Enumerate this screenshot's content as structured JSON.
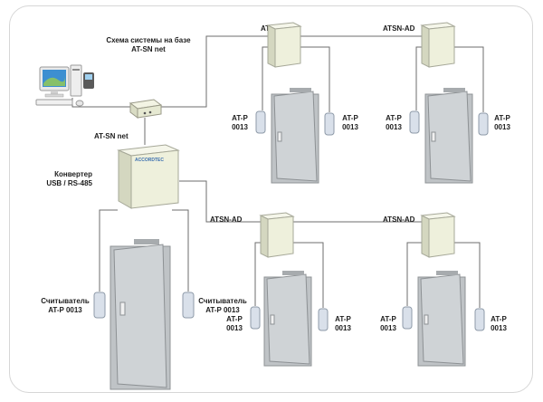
{
  "title": {
    "line1": "Схема системы на базе",
    "line2": "AT-SN net"
  },
  "hub": {
    "label": "AT-SN net"
  },
  "converter": {
    "line1": "Конвертер",
    "line2": "USB / RS-485"
  },
  "brand": "ACCORDTEC",
  "main_door": {
    "reader_left": {
      "line1": "Считыватель",
      "line2": "AT-P 0013"
    },
    "reader_right": {
      "line1": "Считыватель",
      "line2": "AT-P 0013"
    }
  },
  "nodes": [
    {
      "controller": "ATSN-AD",
      "reader_left": {
        "line1": "AT-P",
        "line2": "0013"
      },
      "reader_right": {
        "line1": "AT-P",
        "line2": "0013"
      }
    },
    {
      "controller": "ATSN-AD",
      "reader_left": {
        "line1": "AT-P",
        "line2": "0013"
      },
      "reader_right": {
        "line1": "AT-P",
        "line2": "0013"
      }
    },
    {
      "controller": "ATSN-AD",
      "reader_left": {
        "line1": "AT-P",
        "line2": "0013"
      },
      "reader_right": {
        "line1": "AT-P",
        "line2": "0013"
      }
    },
    {
      "controller": "ATSN-AD",
      "reader_left": {
        "line1": "AT-P",
        "line2": "0013"
      },
      "reader_right": {
        "line1": "AT-P",
        "line2": "0013"
      }
    }
  ],
  "colors": {
    "line": "#6e6e6e",
    "box": "#ecefd8",
    "door": "#c9ccd0",
    "reader": "#d9e0ea"
  }
}
